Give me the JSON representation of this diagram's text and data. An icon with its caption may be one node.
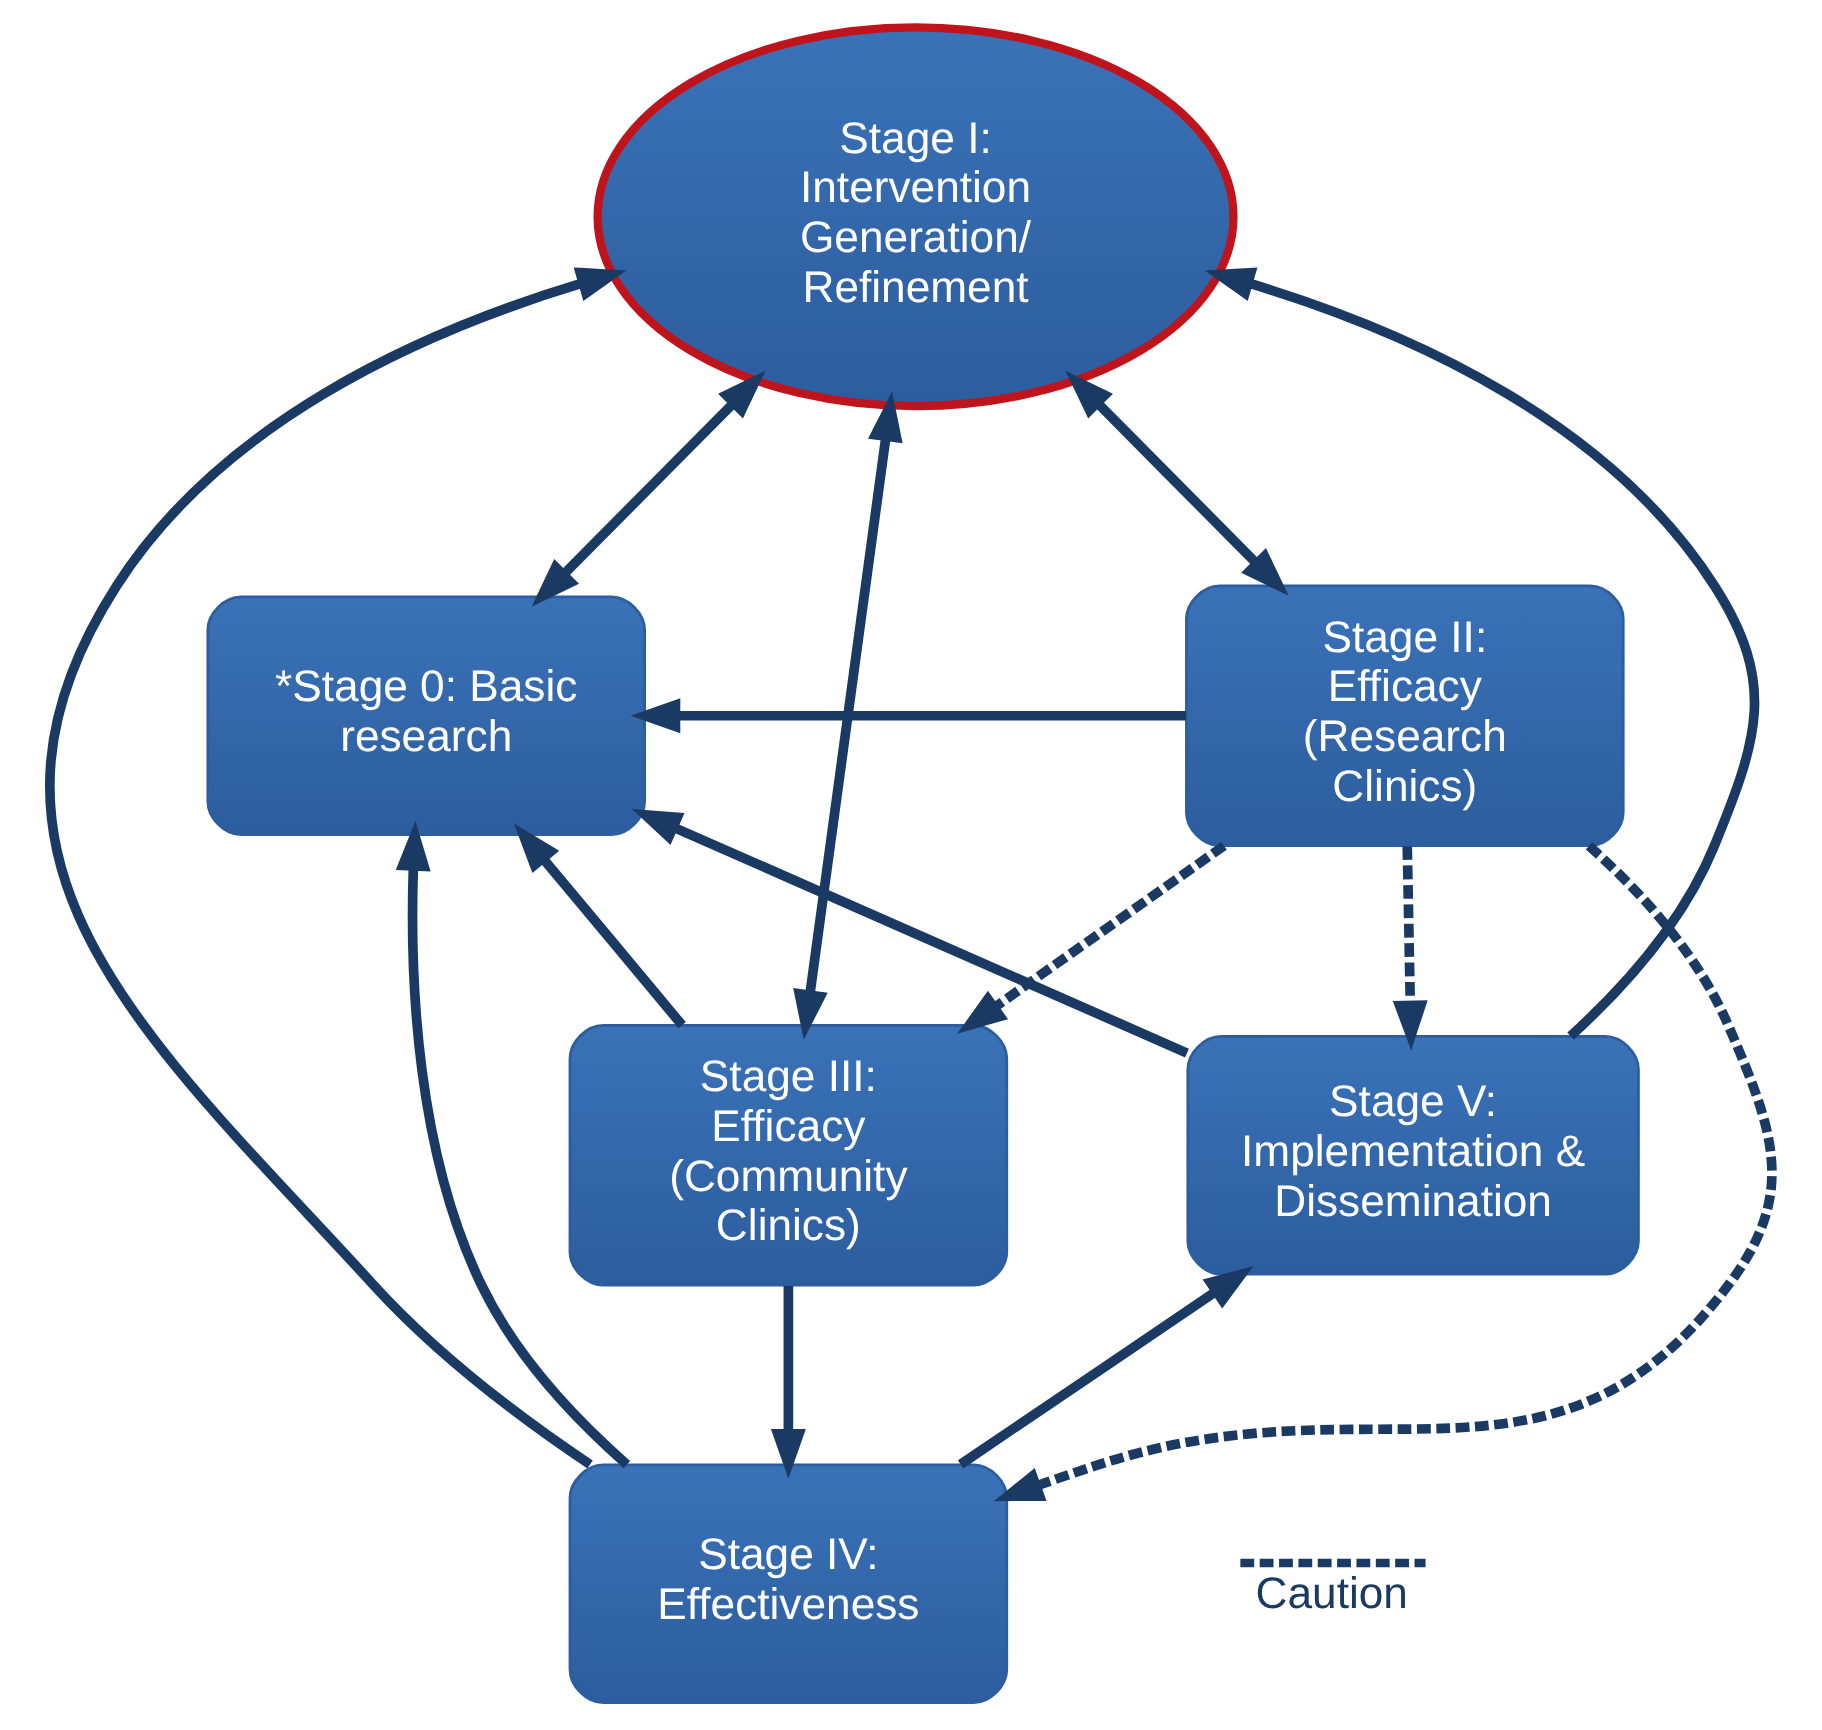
{
  "diagram": {
    "nodes": [
      {
        "text": [
          "Stage I: Intervention Generation/ Refinement"
        ]
      },
      {
        "text": [
          "*Stage 0: Basic research"
        ]
      },
      {
        "text": [
          "Stage II: Efficacy (Research Clinics)"
        ]
      },
      {
        "text": [
          "Stage V: Implementation & Dissemination"
        ]
      },
      {
        "text": [
          "Stage III: Efficacy (Community Clinics)"
        ]
      },
      {
        "text": [
          "Stage IV: Effectiveness"
        ]
      }
    ],
    "edges": [
      {
        "from": 0,
        "to": 1,
        "arrow": "both"
      },
      {
        "from": 0,
        "to": 2,
        "arrow": "both"
      },
      {
        "from": 2,
        "to": 1,
        "arrow": "to"
      },
      {
        "from": 2,
        "to": 4,
        "arrow": "to",
        "style": "dashed"
      },
      {
        "from": 4,
        "to": 5,
        "arrow": "to"
      },
      {
        "from": 5,
        "to": 3,
        "arrow": "to"
      },
      {
        "from": 3,
        "to": 1,
        "arrow": "to"
      },
      {
        "from": 3,
        "to": 0,
        "arrow": "to"
      },
      {
        "from": 5,
        "to": 0,
        "arrow": "to"
      },
      {
        "from": 5,
        "to": 1,
        "arrow": "to"
      },
      {
        "from": 4,
        "to": 1,
        "arrow": "to"
      },
      {
        "from": 0,
        "to": 4,
        "arrow": "both"
      },
      {
        "from": 2,
        "to": 3,
        "arrow": "to",
        "style": "dashed"
      },
      {
        "from": 2,
        "to": 5,
        "arrow": "to",
        "style": "dashed"
      }
    ],
    "legend": [
      {
        "text": "Caution"
      }
    ]
  }
}
